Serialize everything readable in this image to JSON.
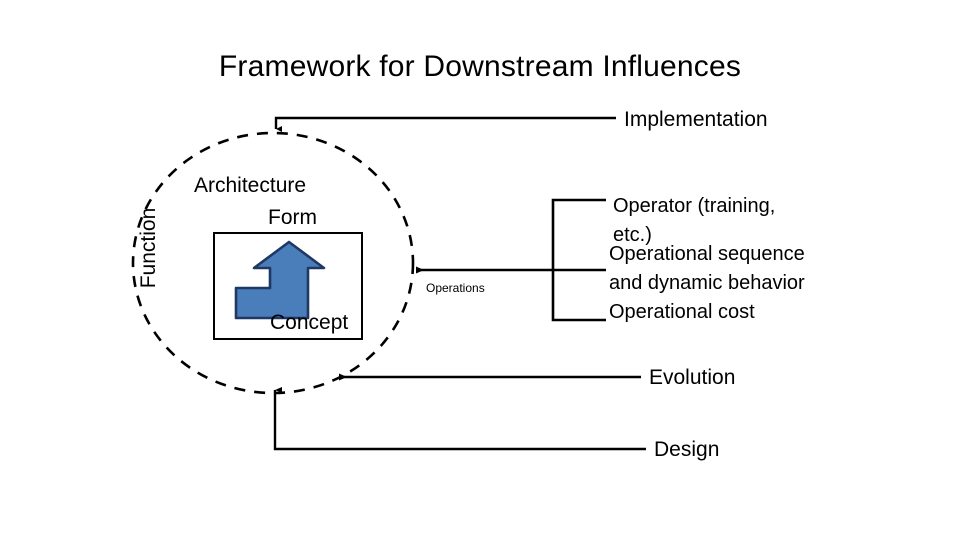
{
  "slide": {
    "title": "Framework for Downstream Influences",
    "background_color": "#ffffff",
    "line_color": "#000000",
    "arrow_fill_color": "#4a7ebb",
    "arrow_stroke_color": "#1f3864"
  },
  "core": {
    "architecture_label": "Architecture",
    "form_label": "Form",
    "function_label": "Function",
    "concept_label": "Concept"
  },
  "influences": {
    "implementation": "Implementation",
    "operations": "Operations",
    "evolution": "Evolution",
    "design": "Design"
  },
  "operations_details": {
    "operator": "Operator (training, etc.)",
    "operational_sequence": "Operational sequence and dynamic behavior",
    "operational_cost": "Operational cost"
  }
}
